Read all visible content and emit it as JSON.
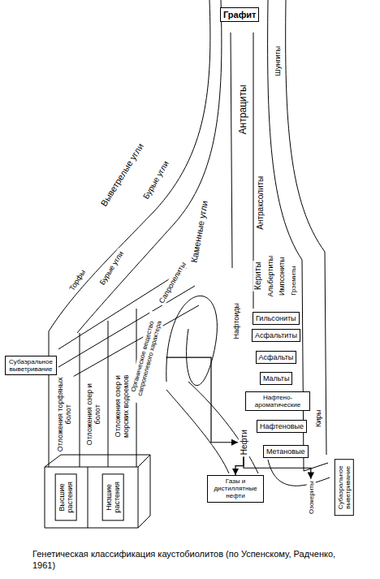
{
  "diagram": {
    "caption": "Генетическая классификация каустобиолитов (по Успенскому, Радченко, 1961)",
    "nodes": [
      {
        "text": [
          "Графит"
        ]
      },
      {
        "text": [
          "Шунгиты"
        ]
      },
      {
        "text": [
          "Антрациты"
        ]
      },
      {
        "text": [
          "Антраксолиты"
        ]
      },
      {
        "text": [
          "Выветрелые угли"
        ]
      },
      {
        "text": [
          "Бурые угли"
        ]
      },
      {
        "text": [
          "Каменные угли"
        ]
      },
      {
        "text": [
          "Кериты"
        ]
      },
      {
        "text": [
          "Альбертиты"
        ]
      },
      {
        "text": [
          "Импсониты"
        ]
      },
      {
        "text": [
          "Грэемиты"
        ]
      },
      {
        "text": [
          "Нафтоиды"
        ]
      },
      {
        "text": [
          "Гильсониты"
        ]
      },
      {
        "text": [
          "Асфальтиты"
        ]
      },
      {
        "text": [
          "Асфальты"
        ]
      },
      {
        "text": [
          "Мальты"
        ]
      },
      {
        "text": [
          "Нафтено-ароматические"
        ]
      },
      {
        "text": [
          "Нафтеновые"
        ]
      },
      {
        "text": [
          "Метановые"
        ]
      },
      {
        "text": [
          "Нефти"
        ]
      },
      {
        "text": [
          "Киры"
        ]
      },
      {
        "text": [
          "Торфы"
        ]
      },
      {
        "text": [
          "Бурые угли"
        ]
      },
      {
        "text": [
          "Сапропелиты"
        ]
      },
      {
        "text": [
          "Органическое вещество сапропелевого характера"
        ]
      },
      {
        "text": [
          "Субаэральное выветривание"
        ]
      },
      {
        "text": [
          "Отложения торфяных болот"
        ]
      },
      {
        "text": [
          "Отложения озер и болот"
        ]
      },
      {
        "text": [
          "Отложения озер и морских водоемов"
        ]
      },
      {
        "text": [
          "Высшие растения"
        ]
      },
      {
        "text": [
          "Низшие растения"
        ]
      },
      {
        "text": [
          "Газы и дистиллятные нефти"
        ]
      },
      {
        "text": [
          "Озокериты"
        ]
      },
      {
        "text": [
          "Субаэральное выветривание"
        ]
      }
    ],
    "edges": [
      {
        "from": 19,
        "to": 31,
        "arrow": "to"
      },
      {
        "from": 19,
        "to": 32,
        "arrow": "to"
      },
      {
        "from": 24,
        "to": 19,
        "arrow": "to"
      }
    ]
  }
}
